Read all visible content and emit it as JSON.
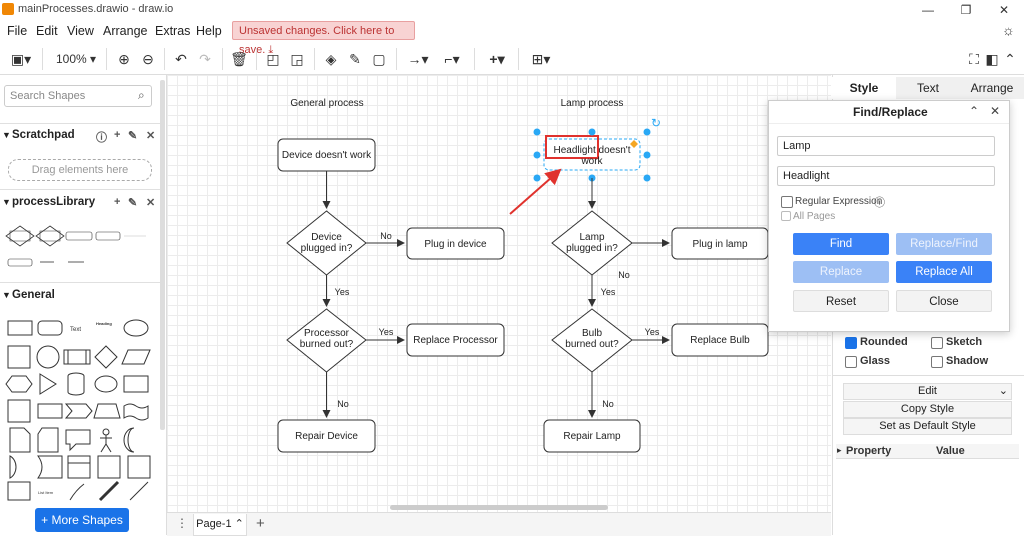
{
  "window": {
    "title": "mainProcesses.drawio - draw.io",
    "minimize": "—",
    "restore": "❐",
    "close": "✕"
  },
  "menu": {
    "items": [
      "File",
      "Edit",
      "View",
      "Arrange",
      "Extras",
      "Help"
    ],
    "unsaved_notice": "Unsaved changes. Click here to save."
  },
  "toolbar": {
    "zoom": "100%"
  },
  "sidebar": {
    "search_placeholder": "Search Shapes",
    "scratchpad_label": "Scratchpad",
    "drag_hint": "Drag elements here",
    "library_label": "processLibrary",
    "general_label": "General",
    "more_shapes": "+ More Shapes",
    "shape_text_label": "Text",
    "shape_heading_label": "Heading",
    "shape_listitem_label": "List Item"
  },
  "diagram": {
    "general": {
      "title": "General process",
      "start": "Device doesn't work",
      "decision1": [
        "Device",
        "plugged in?"
      ],
      "action1": "Plug in device",
      "decision2": [
        "Processor",
        "burned out?"
      ],
      "action2": "Replace Processor",
      "end": "Repair Device"
    },
    "lamp": {
      "title": "Lamp process",
      "start_highlight": "Headlight",
      "start_rest": " doesn't",
      "start_line2": "work",
      "decision1": [
        "Lamp",
        "plugged in?"
      ],
      "action1": "Plug in lamp",
      "decision2": [
        "Bulb",
        "burned out?"
      ],
      "action2": "Replace Bulb",
      "end": "Repair Lamp"
    },
    "labels": {
      "no": "No",
      "yes": "Yes"
    }
  },
  "bottom": {
    "page_tab": "Page-1"
  },
  "rightpanel": {
    "tabs": [
      "Style",
      "Text",
      "Arrange"
    ],
    "rounded": "Rounded",
    "sketch": "Sketch",
    "glass": "Glass",
    "shadow": "Shadow",
    "edit": "Edit",
    "copy_style": "Copy Style",
    "set_default": "Set as Default Style",
    "property_header": "Property",
    "value_header": "Value"
  },
  "findreplace": {
    "title": "Find/Replace",
    "find_value": "Lamp",
    "replace_value": "Headlight",
    "regex_label": "Regular Expression",
    "all_pages_label": "All Pages",
    "find_btn": "Find",
    "replace_find_btn": "Replace/Find",
    "replace_btn": "Replace",
    "replace_all_btn": "Replace All",
    "reset_btn": "Reset",
    "close_btn": "Close"
  },
  "colors": {
    "accent": "#1a73e8",
    "highlight_box": "#e0322d",
    "selection": "#29a8f5"
  }
}
